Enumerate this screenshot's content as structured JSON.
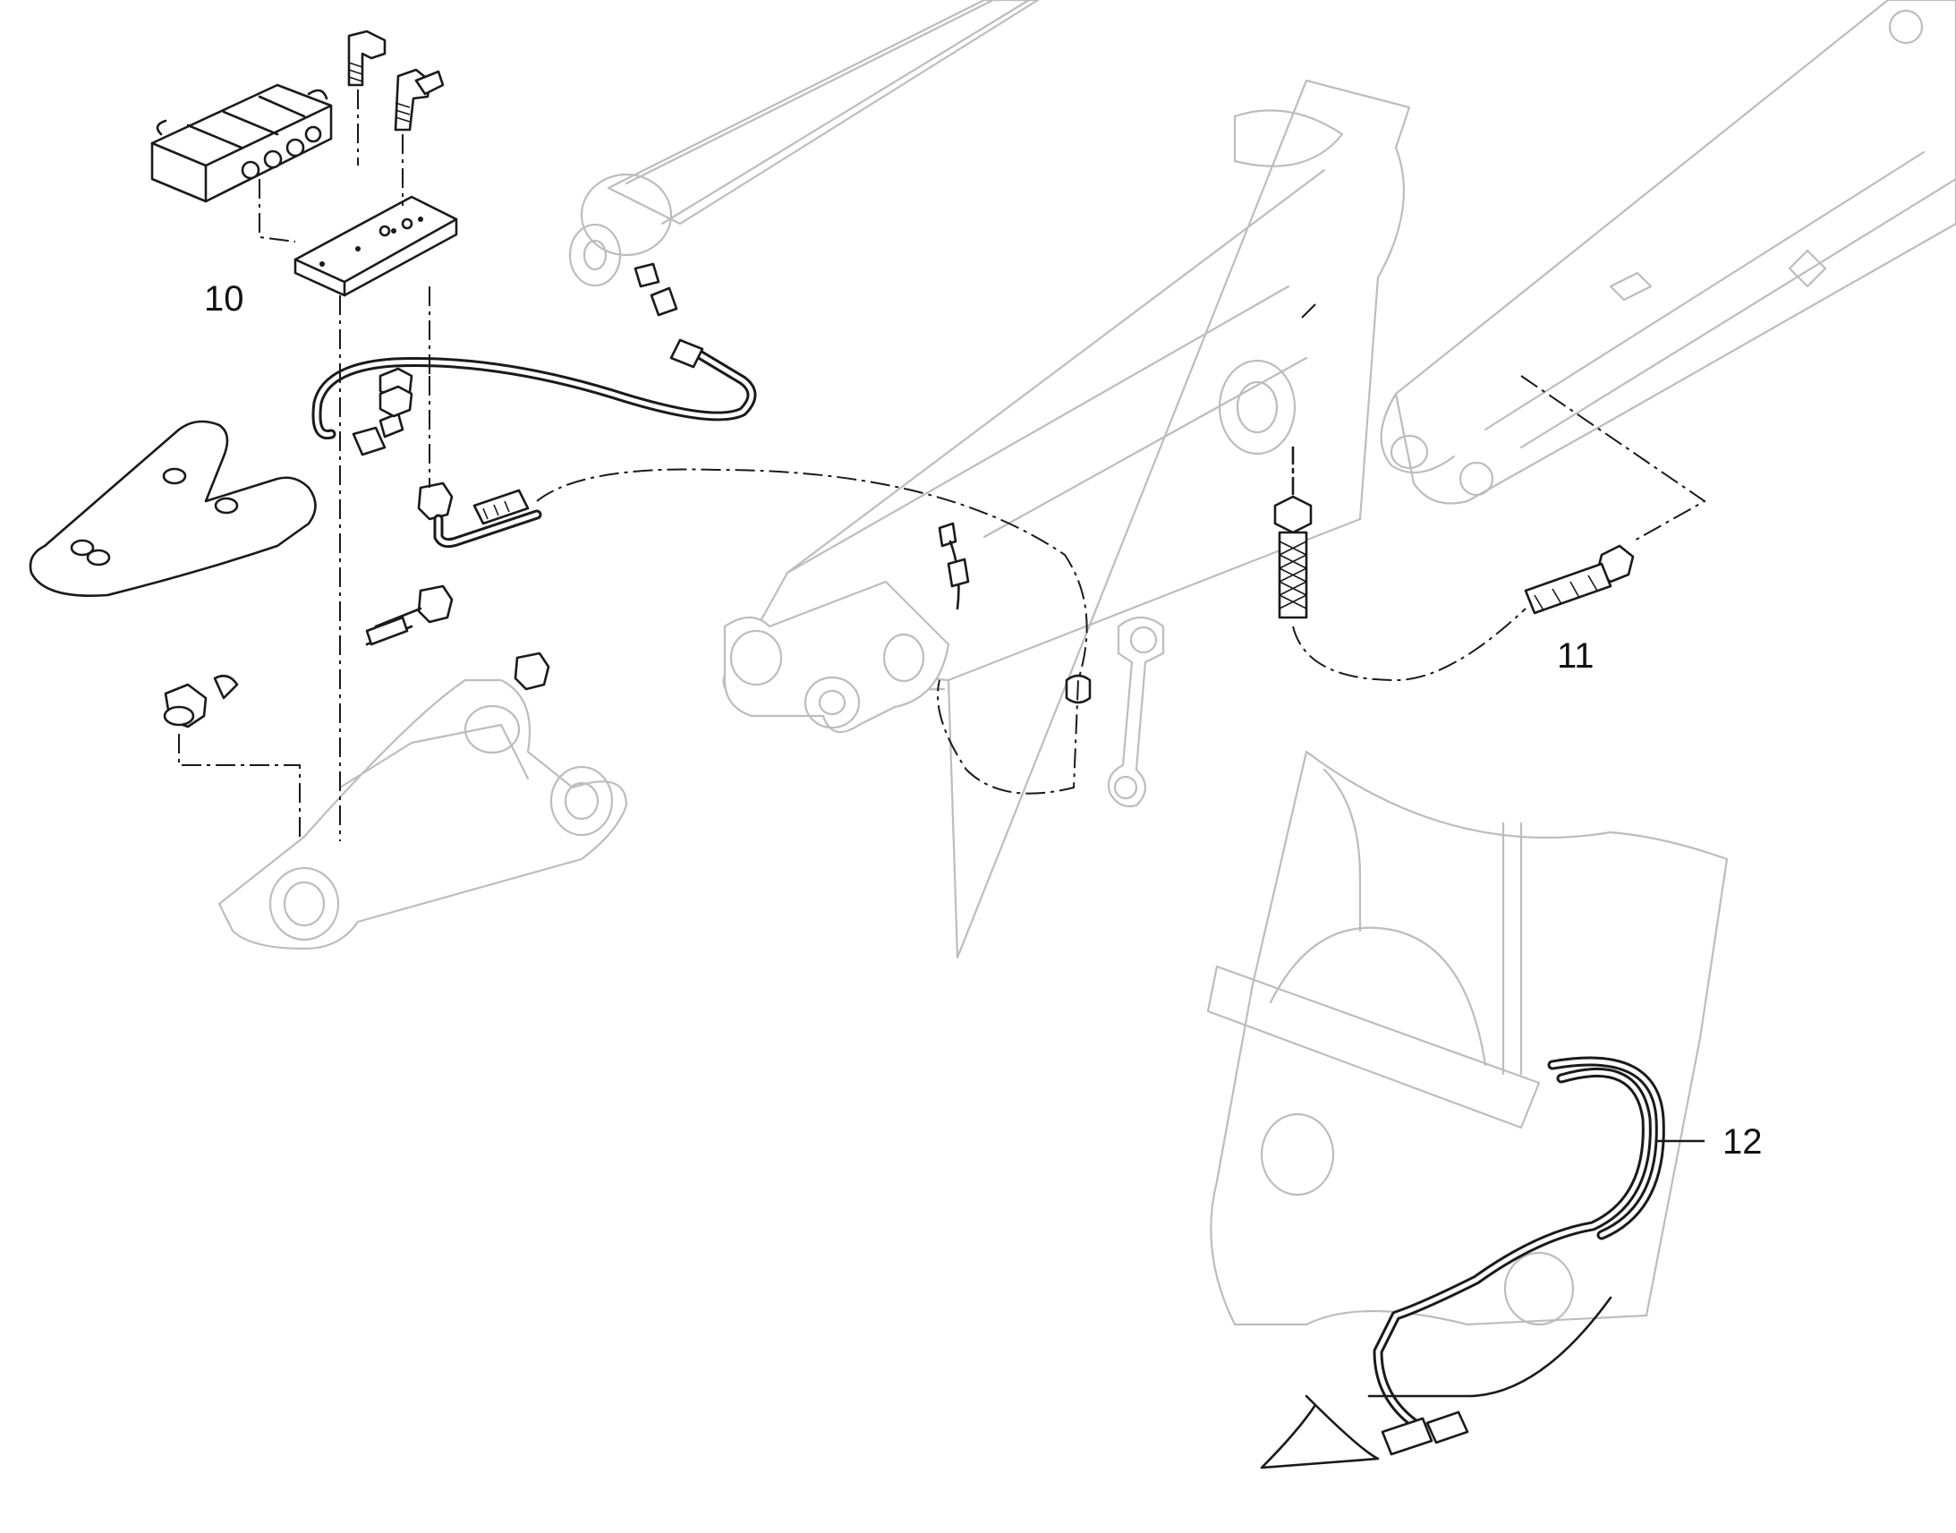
{
  "callouts": {
    "item_10": "10",
    "item_11": "11",
    "item_12": "12"
  },
  "colors": {
    "part_stroke": "#1a1a1a",
    "ghost_stroke": "#bdbdbd",
    "background": "#ffffff"
  }
}
